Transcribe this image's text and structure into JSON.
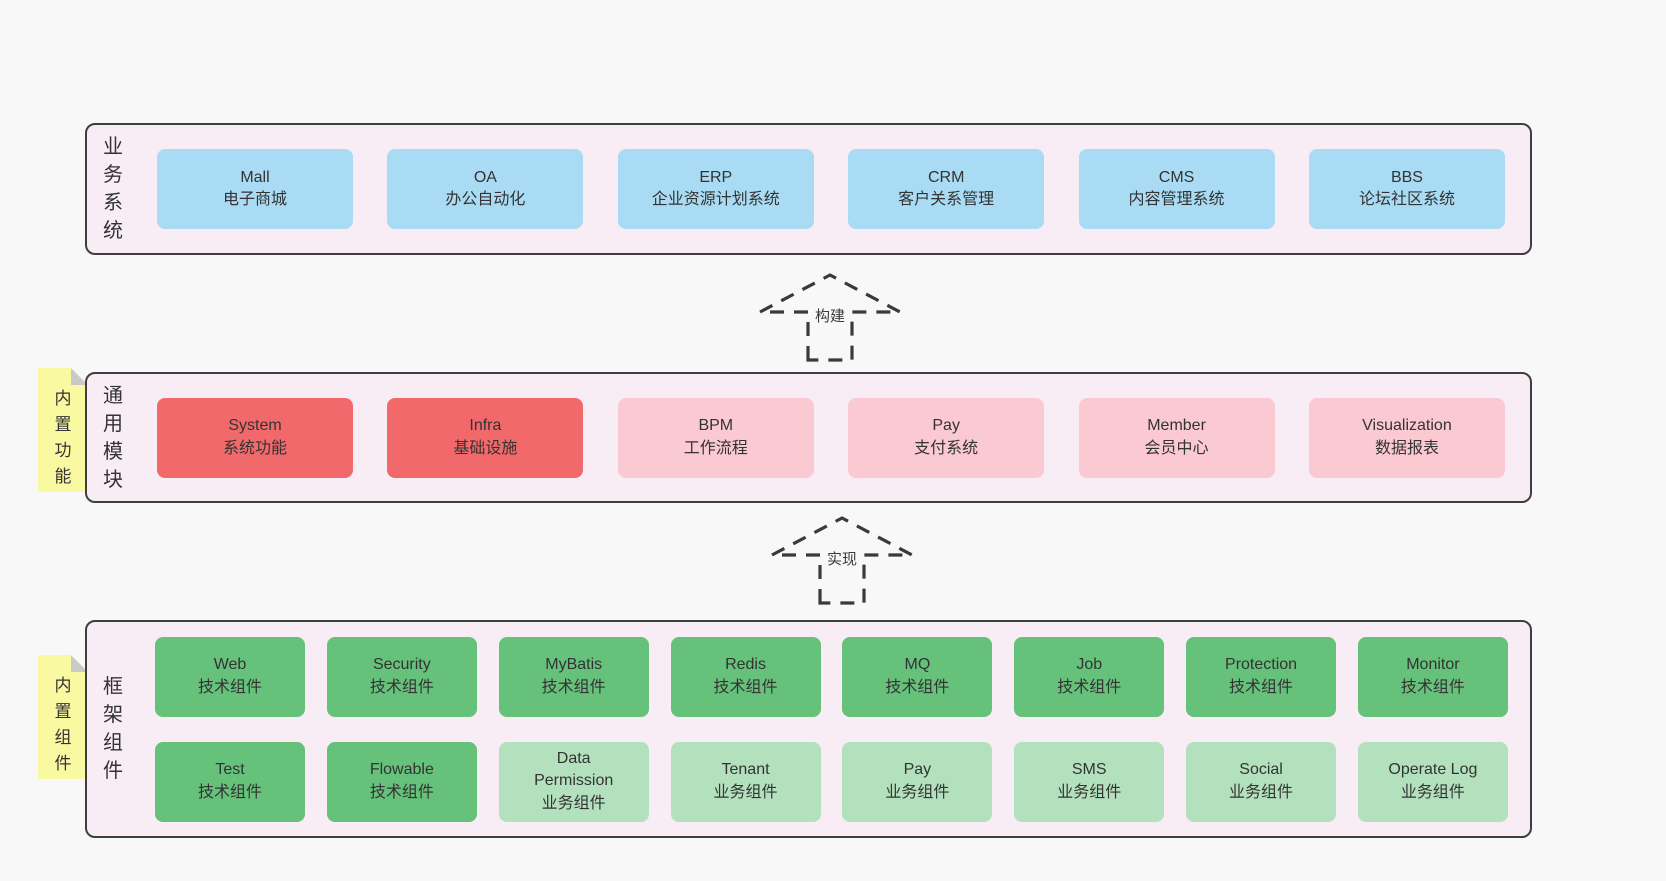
{
  "colors": {
    "page_background": "#f8f8f8",
    "section_background": "#f8edf5",
    "section_border": "#3f3f3f",
    "blue_box": "#a9dcf4",
    "red_box": "#f1696b",
    "pink_box": "#fac9d2",
    "green_dark_box": "#66c17a",
    "green_light_box": "#b4e1bd",
    "sticky_note": "#f9f9a2",
    "text": "#333333"
  },
  "sections": {
    "business": {
      "label": "业务系统",
      "items": [
        {
          "name": "Mall",
          "desc": "电子商城"
        },
        {
          "name": "OA",
          "desc": "办公自动化"
        },
        {
          "name": "ERP",
          "desc": "企业资源计划系统"
        },
        {
          "name": "CRM",
          "desc": "客户关系管理"
        },
        {
          "name": "CMS",
          "desc": "内容管理系统"
        },
        {
          "name": "BBS",
          "desc": "论坛社区系统"
        }
      ]
    },
    "modules": {
      "label": "通用模块",
      "sticky": "内置功能",
      "items": [
        {
          "name": "System",
          "desc": "系统功能"
        },
        {
          "name": "Infra",
          "desc": "基础设施"
        },
        {
          "name": "BPM",
          "desc": "工作流程"
        },
        {
          "name": "Pay",
          "desc": "支付系统"
        },
        {
          "name": "Member",
          "desc": "会员中心"
        },
        {
          "name": "Visualization",
          "desc": "数据报表"
        }
      ]
    },
    "framework": {
      "label": "框架组件",
      "sticky": "内置组件",
      "row1": [
        {
          "name": "Web",
          "desc": "技术组件"
        },
        {
          "name": "Security",
          "desc": "技术组件"
        },
        {
          "name": "MyBatis",
          "desc": "技术组件"
        },
        {
          "name": "Redis",
          "desc": "技术组件"
        },
        {
          "name": "MQ",
          "desc": "技术组件"
        },
        {
          "name": "Job",
          "desc": "技术组件"
        },
        {
          "name": "Protection",
          "desc": "技术组件"
        },
        {
          "name": "Monitor",
          "desc": "技术组件"
        }
      ],
      "row2": [
        {
          "name": "Test",
          "desc": "技术组件"
        },
        {
          "name": "Flowable",
          "desc": "技术组件"
        },
        {
          "name": "Data Permission",
          "desc": "业务组件"
        },
        {
          "name": "Tenant",
          "desc": "业务组件"
        },
        {
          "name": "Pay",
          "desc": "业务组件"
        },
        {
          "name": "SMS",
          "desc": "业务组件"
        },
        {
          "name": "Social",
          "desc": "业务组件"
        },
        {
          "name": "Operate Log",
          "desc": "业务组件"
        }
      ]
    }
  },
  "arrows": {
    "build": "构建",
    "implement": "实现"
  }
}
